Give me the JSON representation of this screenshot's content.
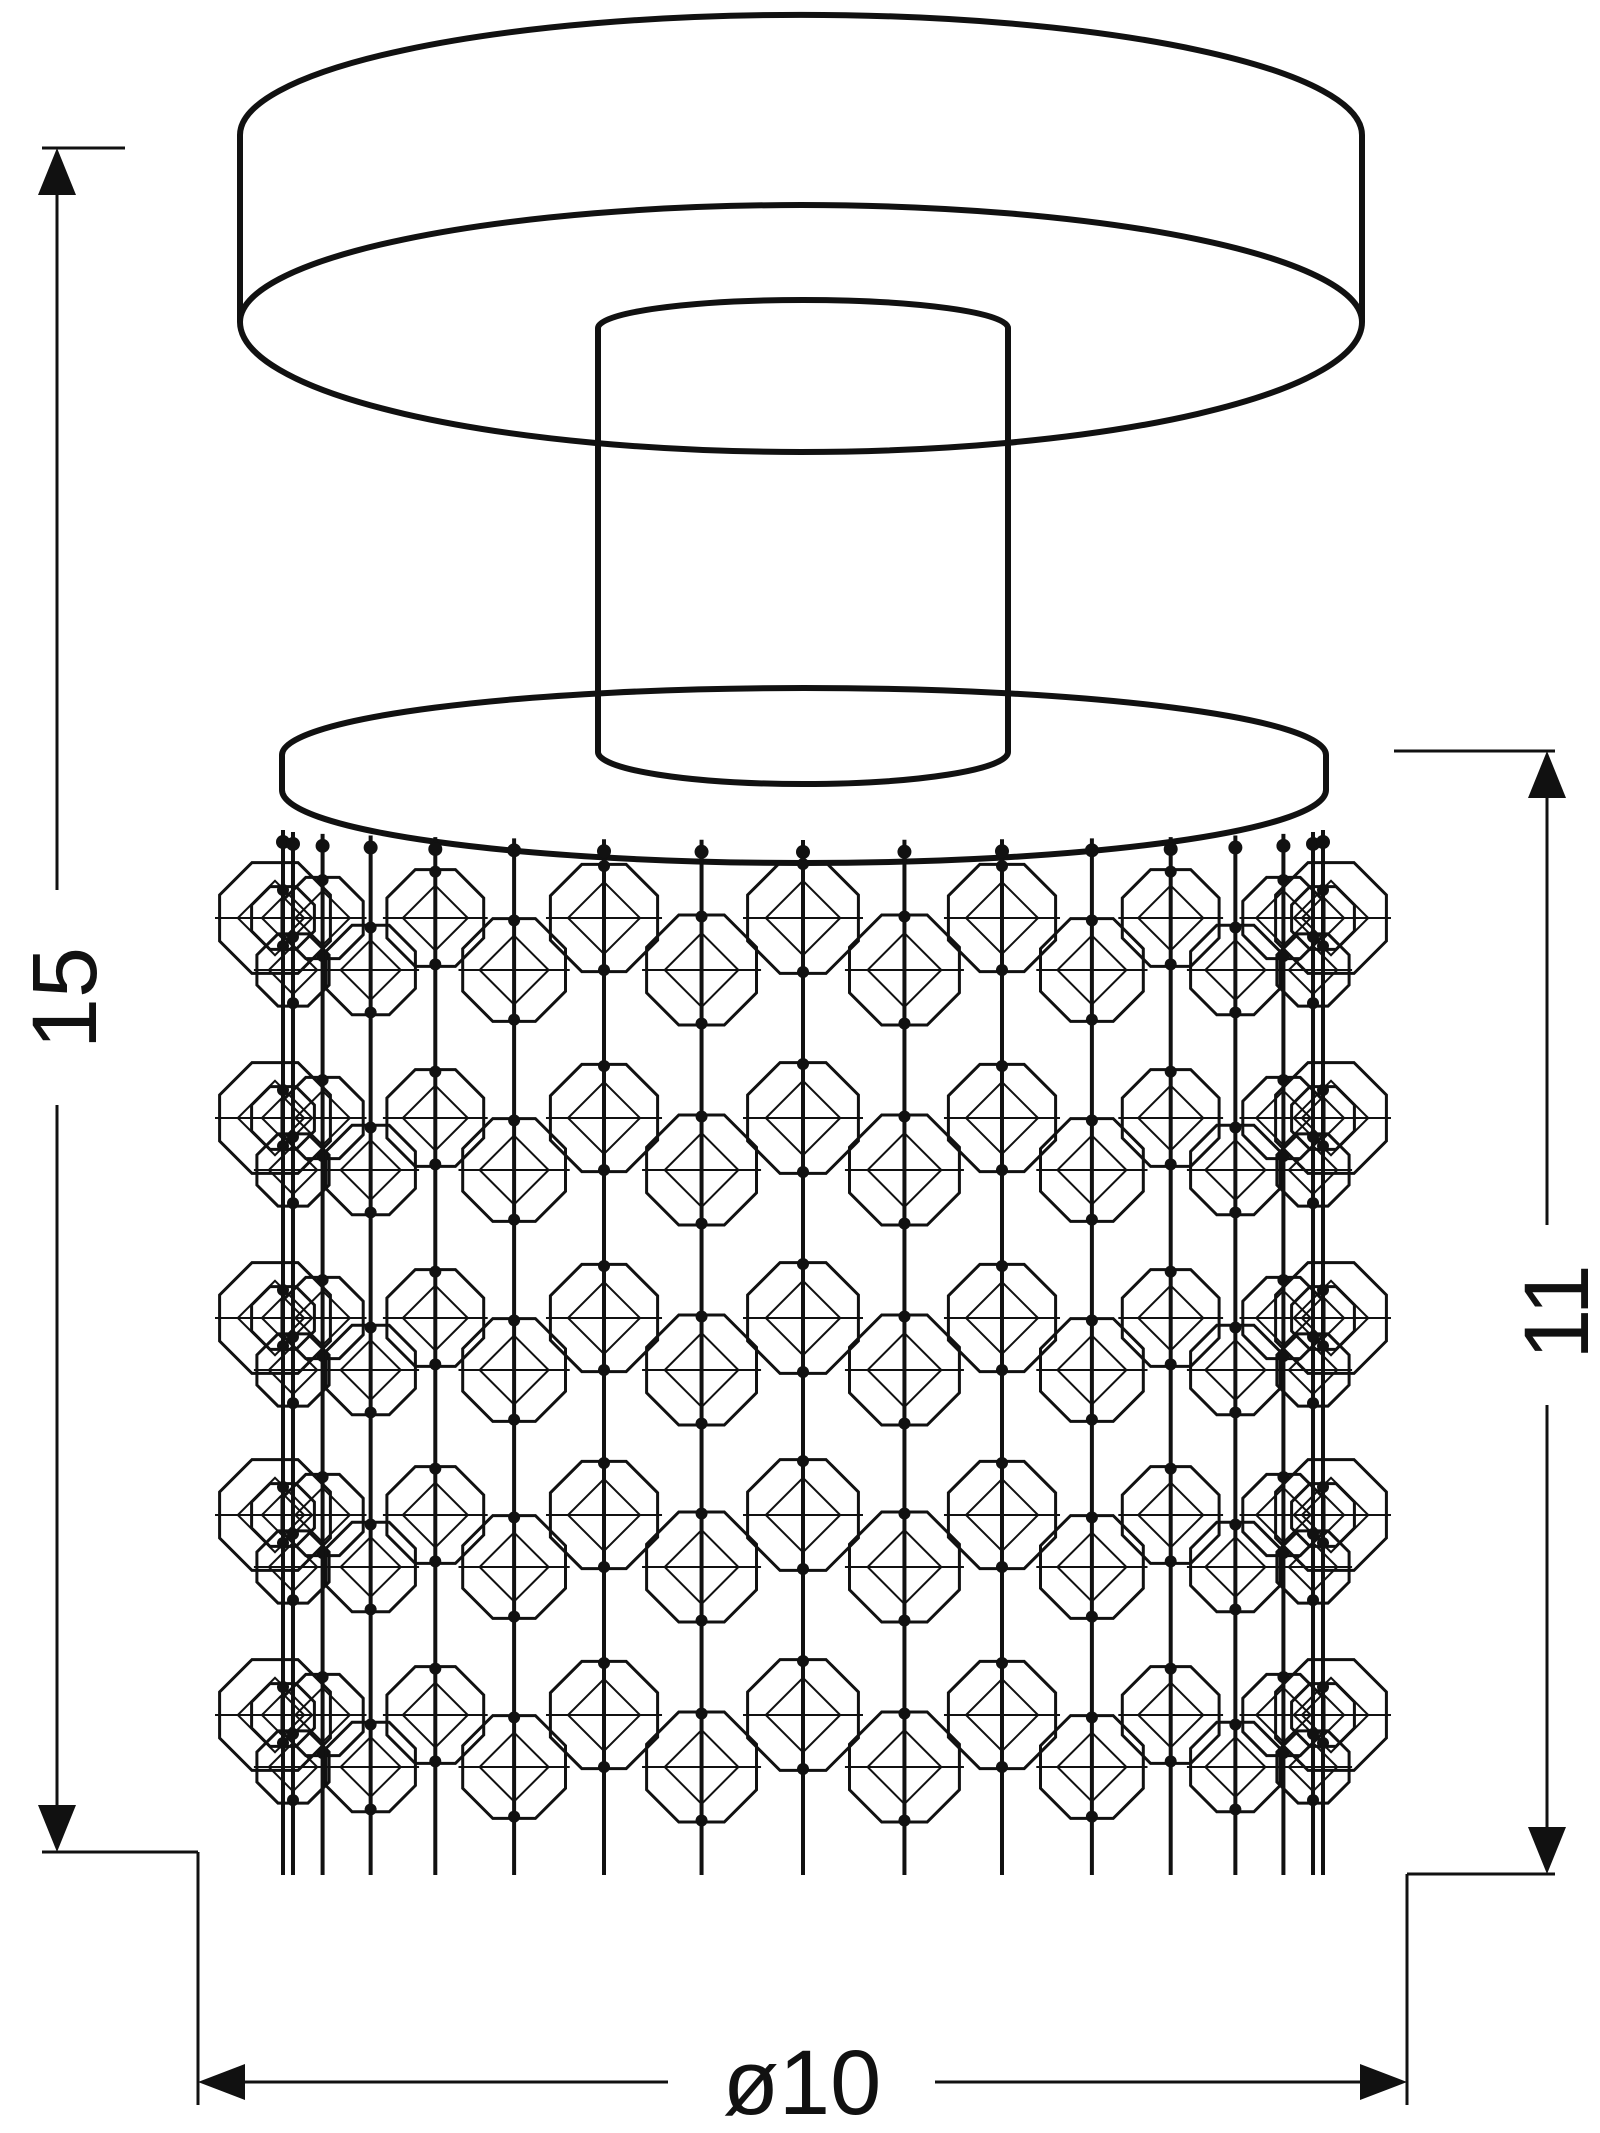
{
  "dimensions": {
    "total_height": "15",
    "shade_height": "11",
    "diameter": "ø10"
  },
  "colors": {
    "line": "#111111",
    "background": "#ffffff"
  }
}
